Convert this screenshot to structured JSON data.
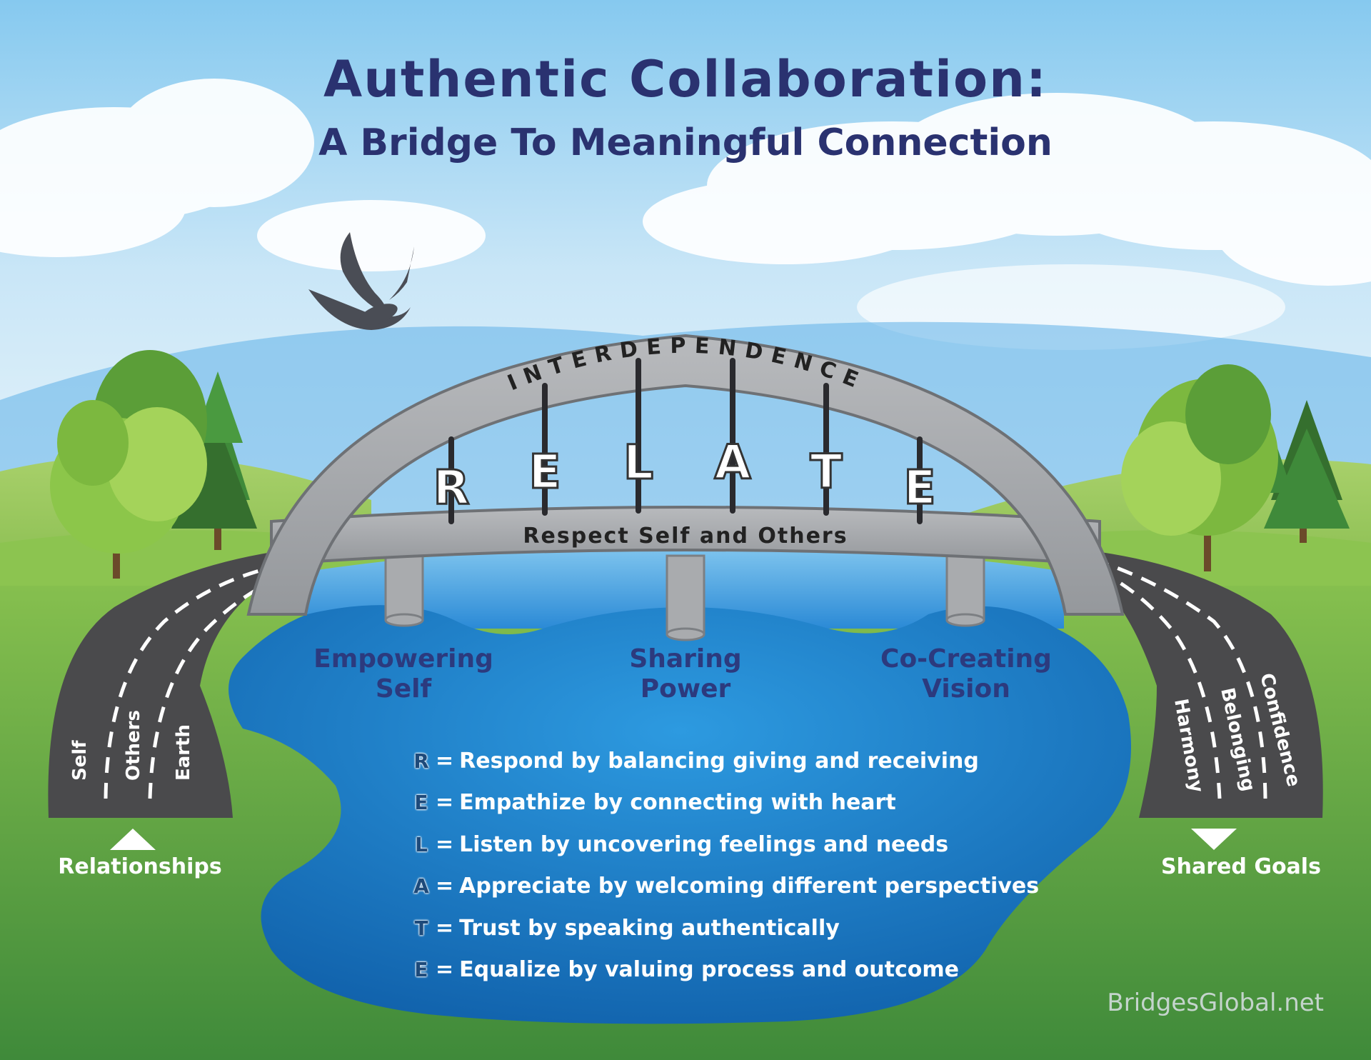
{
  "title": "Authentic Collaboration:",
  "subtitle": "A Bridge To Meaningful Connection",
  "arch_label": "INTERDEPENDENCE",
  "deck_label": "Respect Self and Others",
  "hanging_letters": [
    "R",
    "E",
    "L",
    "A",
    "T",
    "E"
  ],
  "pillars": [
    {
      "line1": "Empowering",
      "line2": "Self"
    },
    {
      "line1": "Sharing",
      "line2": "Power"
    },
    {
      "line1": "Co-Creating",
      "line2": "Vision"
    }
  ],
  "left_road": {
    "lanes": [
      "Self",
      "Others",
      "Earth"
    ],
    "label": "Relationships",
    "arrow": "up"
  },
  "right_road": {
    "lanes": [
      "Harmony",
      "Belonging",
      "Confidence"
    ],
    "label": "Shared Goals",
    "arrow": "down"
  },
  "legend": [
    {
      "letter": "R",
      "text": "Respond by balancing giving and receiving"
    },
    {
      "letter": "E",
      "text": "Empathize by connecting with heart"
    },
    {
      "letter": "L",
      "text": "Listen by uncovering feelings and needs"
    },
    {
      "letter": "A",
      "text": "Appreciate by welcoming different perspectives"
    },
    {
      "letter": "T",
      "text": "Trust by speaking authentically"
    },
    {
      "letter": "E",
      "text": "Equalize by valuing process and outcome"
    }
  ],
  "credit": "BridgesGlobal.net",
  "colors": {
    "title": "#2a3270",
    "sky_top": "#8fcdf0",
    "grass": "#6aa83c",
    "water": "#1a7fd0",
    "bridge": "#a9abae",
    "road": "#4a4a4c",
    "bird": "#4a4d55"
  }
}
